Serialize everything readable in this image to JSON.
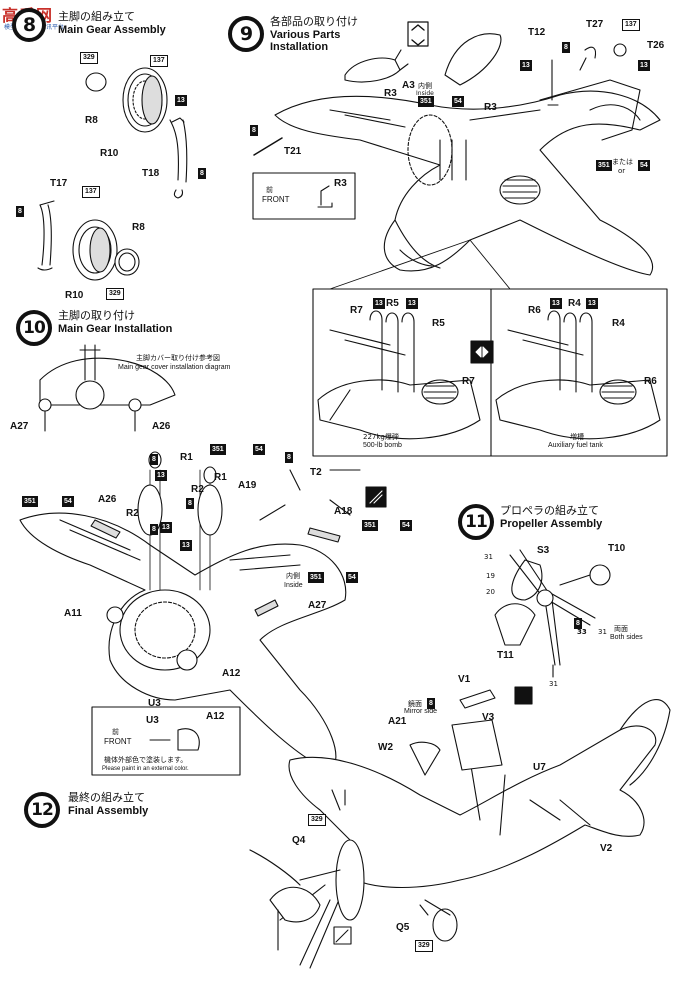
{
  "watermark": {
    "site": "高手网",
    "sub": "模型兵器模型资讯平台"
  },
  "steps": [
    {
      "num": "8",
      "jp": "主脚の組み立て",
      "en": "Main Gear Assembly"
    },
    {
      "num": "9",
      "jp": "各部品の取り付け",
      "en": "Various Parts Installation"
    },
    {
      "num": "10",
      "jp": "主脚の取り付け",
      "en": "Main Gear Installation"
    },
    {
      "num": "11",
      "jp": "プロペラの組み立て",
      "en": "Propeller Assembly"
    },
    {
      "num": "12",
      "jp": "最終の組み立て",
      "en": "Final Assembly"
    }
  ],
  "step9_en_line2": "Installation",
  "part_labels": {
    "R8a": "R8",
    "R10a": "R10",
    "T18": "T18",
    "T17": "T17",
    "R8b": "R8",
    "R10b": "R10",
    "T21": "T21",
    "R3a": "R3",
    "A3": "A3",
    "R3b": "R3",
    "R3c": "R3",
    "T12": "T12",
    "T27": "T27",
    "T26": "T26",
    "R7a": "R7",
    "R5a": "R5",
    "R5b": "R5",
    "R7b": "R7",
    "R6a": "R6",
    "R4a": "R4",
    "R4b": "R4",
    "R6b": "R6",
    "A27a": "A27",
    "A26a": "A26",
    "R1a": "R1",
    "R2a": "R2",
    "R1b": "R1",
    "A19": "A19",
    "T2": "T2",
    "A26b": "A26",
    "R2b": "R2",
    "A18": "A18",
    "A27b": "A27",
    "A11": "A11",
    "A12a": "A12",
    "U3a": "U3",
    "U3b": "U3",
    "A12b": "A12",
    "S3": "S3",
    "T10": "T10",
    "T11": "T11",
    "V1": "V1",
    "A21": "A21",
    "V3": "V3",
    "W2": "W2",
    "U7": "U7",
    "V2": "V2",
    "Q4": "Q4",
    "Q5": "Q5"
  },
  "color_codes": [
    "329",
    "137",
    "13",
    "8",
    "8",
    "137",
    "8",
    "329",
    "8",
    "137",
    "13",
    "13",
    "351",
    "54",
    "13",
    "351",
    "54",
    "13",
    "13",
    "13",
    "13",
    "13",
    "13",
    "351",
    "54",
    "8",
    "8",
    "8",
    "8",
    "351",
    "54",
    "351",
    "54",
    "351",
    "54",
    "8",
    "329",
    "329",
    "8"
  ],
  "notes": {
    "front_jp": "前",
    "front_en": "FRONT",
    "inside_jp": "内側",
    "inside_en": "Inside",
    "or_jp": "または",
    "or_en": "or",
    "cover_diagram_jp": "主脚カバー取り付け参考図",
    "cover_diagram_en": "Main gear cover installation diagram",
    "bomb_jp": "227kg爆弾",
    "bomb_en": "500-lb bomb",
    "tank_jp": "増槽",
    "tank_en": "Auxiliary fuel tank",
    "paint_jp": "機体外部色で塗装します。",
    "paint_en": "Please paint in an external color.",
    "mirror_jp": "鏡面",
    "mirror_en": "Mirror side",
    "both_jp": "両面",
    "both_en": "Both sides",
    "p31a": "31",
    "p19": "19",
    "p20": "20",
    "p33": "33",
    "p31b": "31",
    "p31c": "31"
  }
}
